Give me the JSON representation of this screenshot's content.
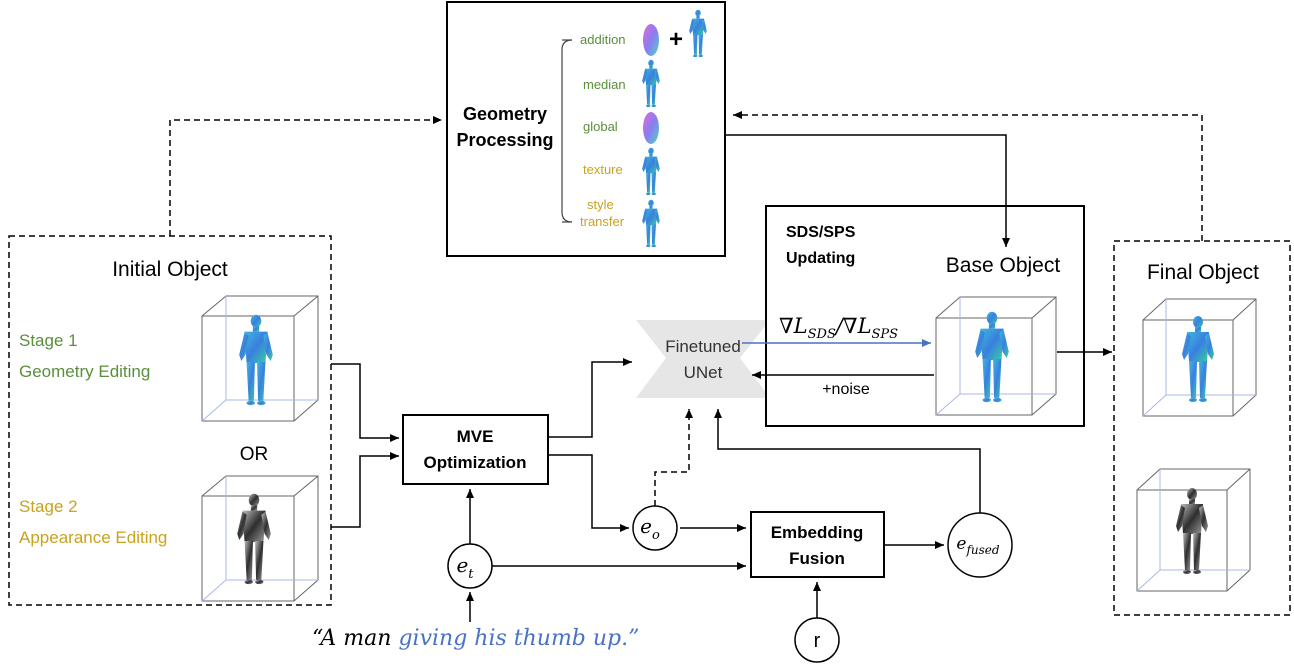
{
  "geometry_processing": {
    "title_line1": "Geometry",
    "title_line2": "Processing",
    "options": [
      {
        "label": "addition",
        "color": "#5a8f3c"
      },
      {
        "label": "median",
        "color": "#5a8f3c"
      },
      {
        "label": "global",
        "color": "#5a8f3c"
      },
      {
        "label": "texture",
        "color": "#c9a21e"
      },
      {
        "label_line1": "style",
        "label_line2": "transfer",
        "color": "#c9a21e"
      }
    ],
    "plus_sign": "+"
  },
  "initial_object": {
    "title": "Initial Object",
    "stage1_line1": "Stage 1",
    "stage1_line2": "Geometry Editing",
    "or_label": "OR",
    "stage2_line1": "Stage 2",
    "stage2_line2": "Appearance Editing"
  },
  "colors": {
    "stage1": "#5a8f3c",
    "stage2": "#c9a21e",
    "prompt_highlight": "#4a72c4",
    "gradient_arrow": "#4a72c4",
    "unet_fill": "#e6e6e6"
  },
  "mve": {
    "line1": "MVE",
    "line2": "Optimization"
  },
  "unet": {
    "line1": "Finetuned",
    "line2": "UNet"
  },
  "sds_box": {
    "line1": "SDS/SPS",
    "line2": "Updating",
    "base_object": "Base Object",
    "gradient_label": "∇L_SDS/∇L_SPS",
    "noise_label": "+noise"
  },
  "fusion": {
    "line1": "Embedding",
    "line2": "Fusion"
  },
  "embeddings": {
    "e_t": {
      "base": "e",
      "sub": "t"
    },
    "e_o": {
      "base": "e",
      "sub": "o"
    },
    "e_fused": {
      "base": "e",
      "sub": "fused"
    },
    "r": "r"
  },
  "final_object": {
    "title": "Final Object"
  },
  "prompt": {
    "open_quote": "“",
    "prefix": "A man ",
    "highlight": "giving his thumb up.",
    "close_quote": "”"
  }
}
